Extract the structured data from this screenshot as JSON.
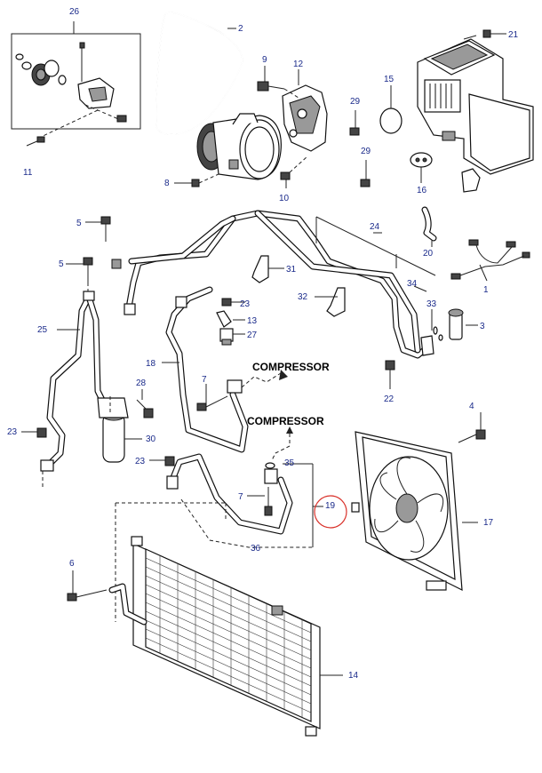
{
  "diagram": {
    "callouts": {
      "n1": "1",
      "n2": "2",
      "n3": "3",
      "n4": "4",
      "n5a": "5",
      "n5b": "5",
      "n6": "6",
      "n7a": "7",
      "n7b": "7",
      "n8": "8",
      "n9": "9",
      "n10": "10",
      "n11": "11",
      "n12": "12",
      "n13": "13",
      "n14": "14",
      "n15": "15",
      "n16": "16",
      "n17": "17",
      "n18": "18",
      "n19": "19",
      "n20": "20",
      "n21": "21",
      "n22": "22",
      "n23a": "23",
      "n23b": "23",
      "n23c": "23",
      "n24": "24",
      "n25": "25",
      "n26": "26",
      "n27": "27",
      "n28": "28",
      "n29a": "29",
      "n29b": "29",
      "n30": "30",
      "n31": "31",
      "n32": "32",
      "n33": "33",
      "n34": "34",
      "n35": "35",
      "n36": "36"
    },
    "labels": {
      "compressor_upper": "COMPRESSOR",
      "compressor_lower": "COMPRESSOR"
    },
    "colors": {
      "callout_text": "#1a2a8a",
      "highlight_circle": "#d9322b",
      "line": "#222222"
    }
  }
}
